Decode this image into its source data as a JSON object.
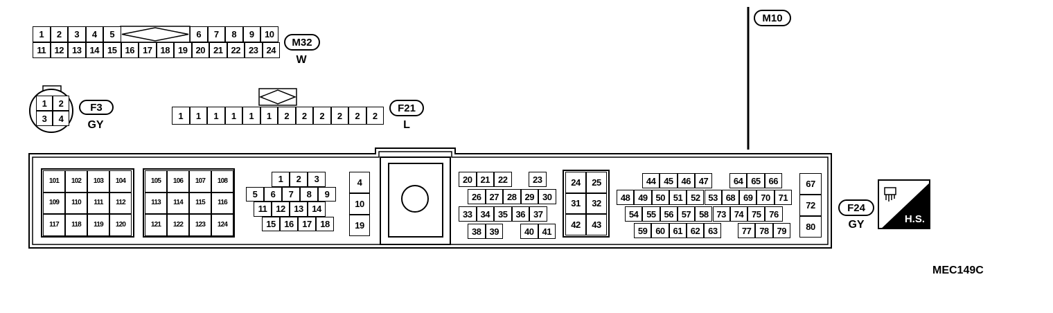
{
  "connectors": {
    "m32": {
      "tag": "M32",
      "color": "W",
      "top_row_left": [
        "1",
        "2",
        "3",
        "4",
        "5"
      ],
      "top_row_right": [
        "6",
        "7",
        "8",
        "9",
        "10"
      ],
      "bottom_row": [
        "11",
        "12",
        "13",
        "14",
        "15",
        "16",
        "17",
        "18",
        "19",
        "20",
        "21",
        "22",
        "23",
        "24"
      ]
    },
    "f3": {
      "tag": "F3",
      "color": "GY",
      "pins": [
        "1",
        "2",
        "3",
        "4"
      ]
    },
    "f21": {
      "tag": "F21",
      "color": "L",
      "pins": [
        "1",
        "1",
        "1",
        "1",
        "1",
        "1",
        "2",
        "2",
        "2",
        "2",
        "2",
        "2"
      ]
    },
    "m10": {
      "tag": "M10"
    },
    "f24": {
      "tag": "F24",
      "color": "GY",
      "block_a": [
        [
          "101",
          "102",
          "103",
          "104"
        ],
        [
          "109",
          "110",
          "111",
          "112"
        ],
        [
          "117",
          "118",
          "119",
          "120"
        ]
      ],
      "block_b": [
        [
          "105",
          "106",
          "107",
          "108"
        ],
        [
          "113",
          "114",
          "115",
          "116"
        ],
        [
          "121",
          "122",
          "123",
          "124"
        ]
      ],
      "block_c": [
        [
          "1",
          "2",
          "3"
        ],
        [
          "5",
          "6",
          "7",
          "8",
          "9"
        ],
        [
          "11",
          "12",
          "13",
          "14"
        ],
        [
          "15",
          "16",
          "17",
          "18"
        ]
      ],
      "block_d": [
        "4",
        "10",
        "19"
      ],
      "block_e": [
        [
          "20",
          "21",
          "22",
          "23"
        ],
        [
          "26",
          "27",
          "28",
          "29",
          "30"
        ],
        [
          "33",
          "34",
          "35",
          "36",
          "37"
        ],
        [
          "38",
          "39",
          "40",
          "41"
        ]
      ],
      "block_f": [
        [
          "24",
          "25"
        ],
        [
          "31",
          "32"
        ],
        [
          "42",
          "43"
        ]
      ],
      "block_g": [
        [
          "44",
          "45",
          "46",
          "47",
          "64",
          "65",
          "66"
        ],
        [
          "48",
          "49",
          "50",
          "51",
          "52",
          "53",
          "68",
          "69",
          "70",
          "71"
        ],
        [
          "54",
          "55",
          "56",
          "57",
          "58",
          "73",
          "74",
          "75",
          "76"
        ],
        [
          "59",
          "60",
          "61",
          "62",
          "63",
          "77",
          "78",
          "79"
        ]
      ],
      "block_h": [
        "67",
        "72",
        "80"
      ]
    }
  },
  "hs_badge": "H.S.",
  "reference_code": "MEC149C"
}
